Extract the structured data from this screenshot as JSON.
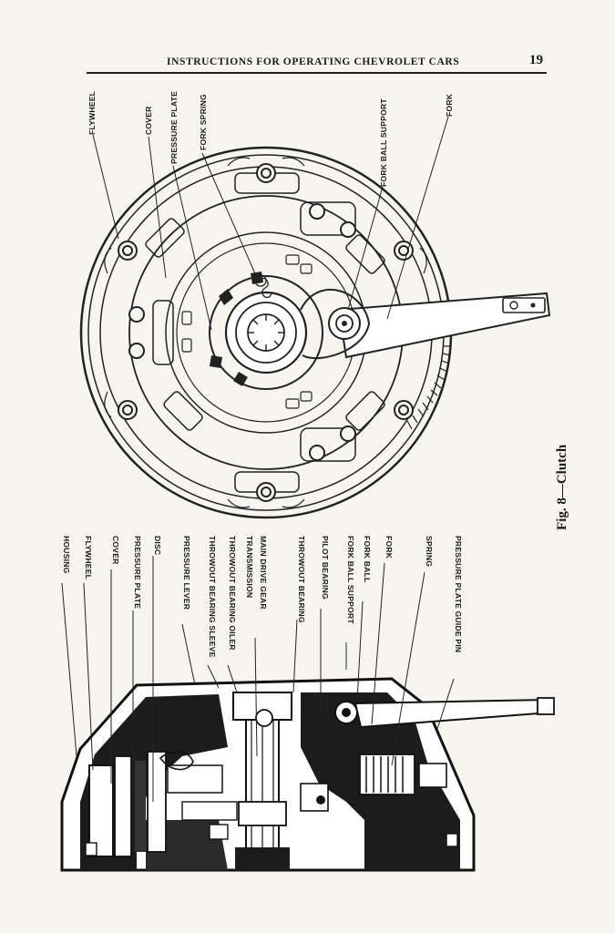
{
  "header": {
    "running_head": "INSTRUCTIONS FOR OPERATING CHEVROLET CARS",
    "page_number": "19"
  },
  "figure": {
    "caption": "Fig. 8—Clutch",
    "top_view_labels": [
      "FLYWHEEL",
      "COVER",
      "PRESSURE PLATE",
      "FORK SPRING",
      "FORK BALL SUPPORT",
      "FORK"
    ],
    "section_view_labels": [
      "HOUSING",
      "FLYWHEEL",
      "COVER",
      "PRESSURE PLATE",
      "DISC",
      "PRESSURE LEVER",
      "THROWOUT BEARING SLEEVE",
      "THROWOUT BEARING OILER",
      "TRANSMISSION",
      "MAIN DRIVE GEAR",
      "THROWOUT BEARING",
      "PILOT BEARING",
      "FORK BALL SUPPORT",
      "FORK BALL",
      "FORK",
      "SPRING",
      "PRESSURE PLATE GUIDE PIN"
    ]
  }
}
